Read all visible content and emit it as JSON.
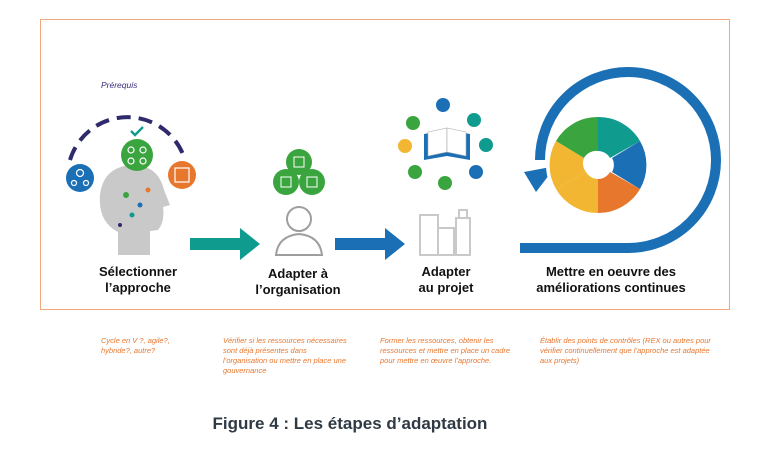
{
  "figure": {
    "prereq_label": "Prérequis",
    "steps": [
      {
        "title_line1": "Sélectionner",
        "title_line2": "l’approche",
        "note": "Cycle en V ?, agile?, hybride?, autre?"
      },
      {
        "title_line1": "Adapter à",
        "title_line2": "l’organisation",
        "note": "Vérifier si les ressources nécessaires sont déjà présentes dans l’organisation ou mettre en place une gouvernance"
      },
      {
        "title_line1": "Adapter",
        "title_line2": "au projet",
        "note": "Former les ressources, obtenir les ressources et mettre en place un cadre pour mettre en œuvre l’approche."
      },
      {
        "title_line1": "Mettre en oeuvre des",
        "title_line2": "améliorations continues",
        "note": "Établir des points de contrôles (REX ou autres pour vérifier continuellement que l’approche est adaptée aux projets)"
      }
    ],
    "caption": "Figure 4 : Les étapes d’adaptation"
  },
  "colors": {
    "teal": "#0f9b8e",
    "green": "#3aa53e",
    "blue": "#1b6fb5",
    "orange": "#e8772e",
    "yellow": "#f2b632",
    "purple": "#2e2a6b",
    "grey": "#bdbdbd"
  },
  "icons": [
    "checkmark-icon",
    "network-icon",
    "person-icon",
    "book-icon",
    "bottles-icon",
    "cycle-icon"
  ]
}
